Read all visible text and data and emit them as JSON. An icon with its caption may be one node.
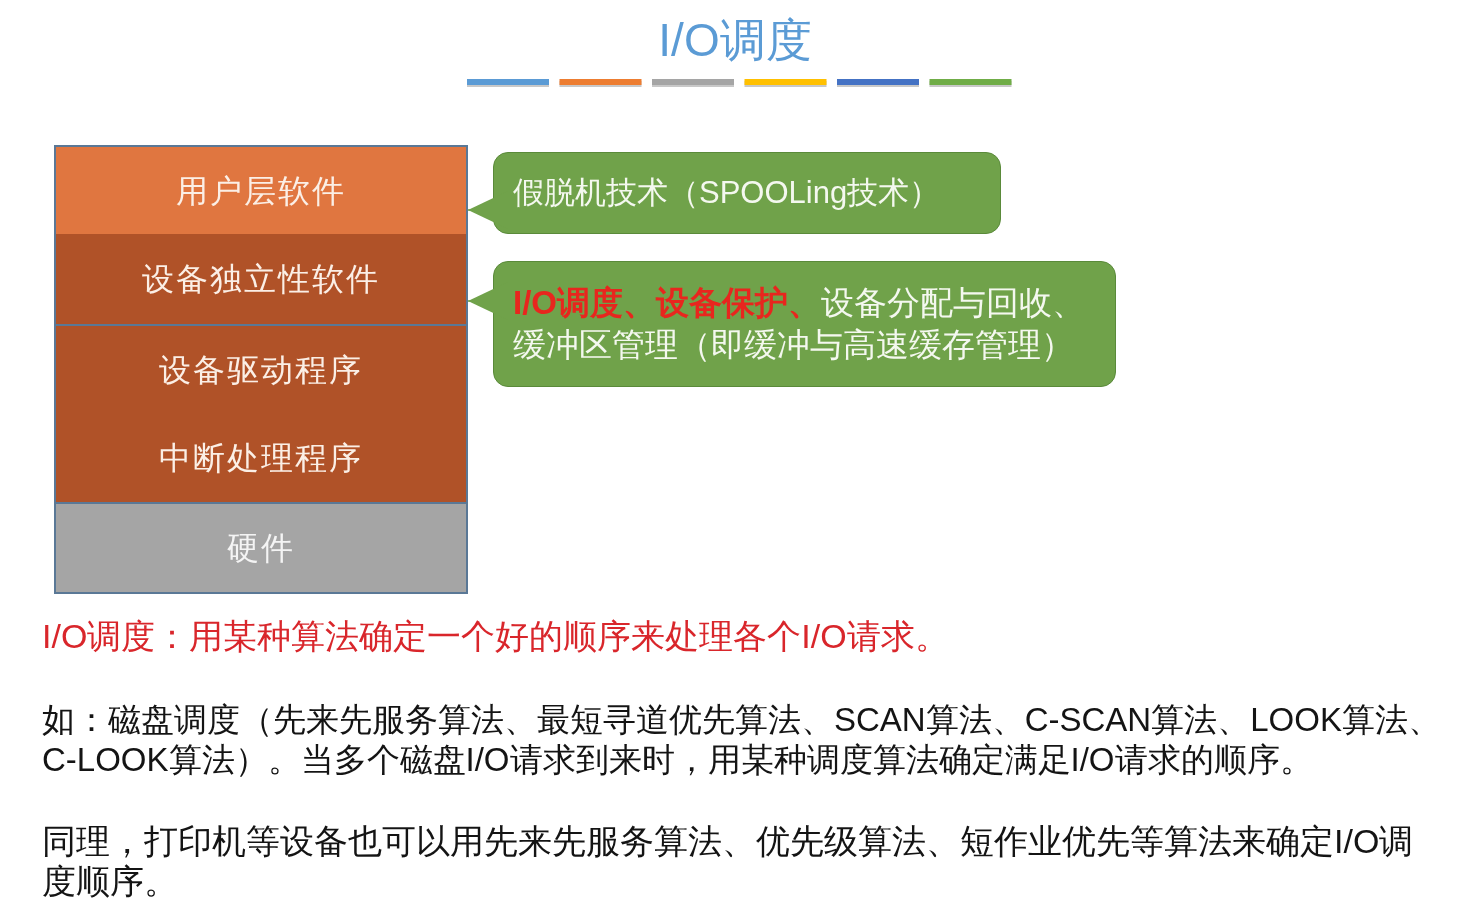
{
  "diagram": {
    "title": "I/O调度",
    "nodes": [
      {
        "text": [
          "用户层软件"
        ]
      },
      {
        "text": [
          "设备独立性软件"
        ]
      },
      {
        "text": [
          "设备驱动程序",
          "中断处理程序"
        ]
      },
      {
        "text": [
          "硬件"
        ]
      },
      {
        "text": [
          "假脱机技术（SPOOLing技术）"
        ]
      },
      {
        "text": [
          "**I/O调度、设备保护、**设备分配与回收、缓冲区管理（即缓冲与高速缓存管理）"
        ]
      }
    ],
    "edges": [
      {
        "from": 4,
        "to": 0,
        "arrow": "to"
      },
      {
        "from": 5,
        "to": 1,
        "arrow": "to"
      }
    ],
    "labels": [
      "I/O调度：用某种算法确定一个好的顺序来处理各个I/O请求。",
      "如：磁盘调度（先来先服务算法、最短寻道优先算法、SCAN算法、C-SCAN算法、LOOK算法、C-LOOK算法）。当多个磁盘I/O请求到来时，用某种调度算法确定满足I/O请求的顺序。",
      "同理，打印机等设备也可以用先来先服务算法、优先级算法、短作业优先等算法来确定I/O调度顺序。"
    ]
  }
}
